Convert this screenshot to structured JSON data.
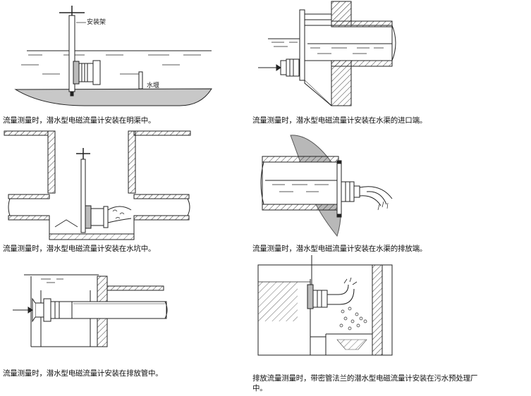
{
  "panels": [
    {
      "caption": "流量测量时，潜水型电磁流量计安装在明渠中。",
      "labels": [
        "安装架",
        "水堰"
      ]
    },
    {
      "caption": "流量测量时，潜水型电磁流量计安装在水渠的进口端。"
    },
    {
      "caption": "流量测量时，潜水型电磁流量计安装在水坑中。"
    },
    {
      "caption": "流量测量时，潜水型电磁流量计安装在水渠的排放端。"
    },
    {
      "caption": "流量测量时，潜水型电磁流量计安装在排放管中。"
    },
    {
      "caption_line1": "排放流量测量时，带密管法兰的潜水型电磁流量计安装在污水预处理厂",
      "caption_line2": "中。"
    }
  ]
}
